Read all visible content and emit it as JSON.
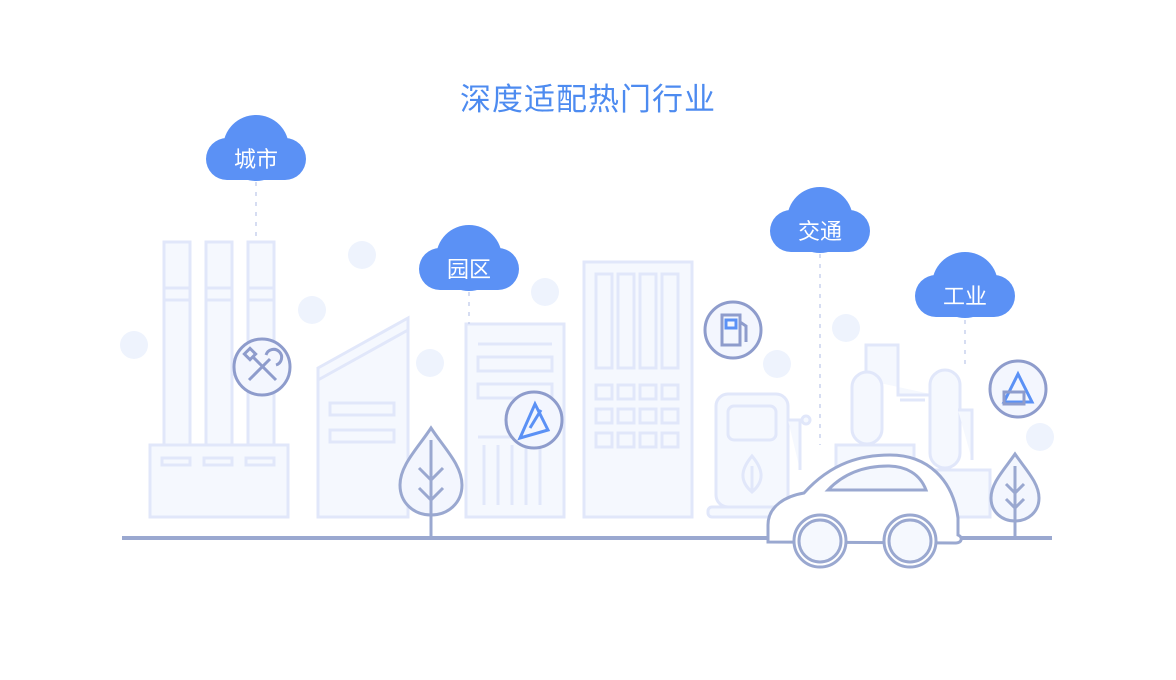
{
  "title": "深度适配热门行业",
  "categories": [
    {
      "label": "城市",
      "icon": "wrench-screwdriver-icon"
    },
    {
      "label": "园区",
      "icon": "level-pencil-icon"
    },
    {
      "label": "交通",
      "icon": "fuel-pump-icon"
    },
    {
      "label": "工业",
      "icon": "stacked-blocks-icon"
    }
  ],
  "colors": {
    "accent": "#5b91f5",
    "title": "#4d8bf0",
    "line": "#9aa8d0",
    "light": "#e4eafb",
    "fill": "#f5f8fe"
  }
}
